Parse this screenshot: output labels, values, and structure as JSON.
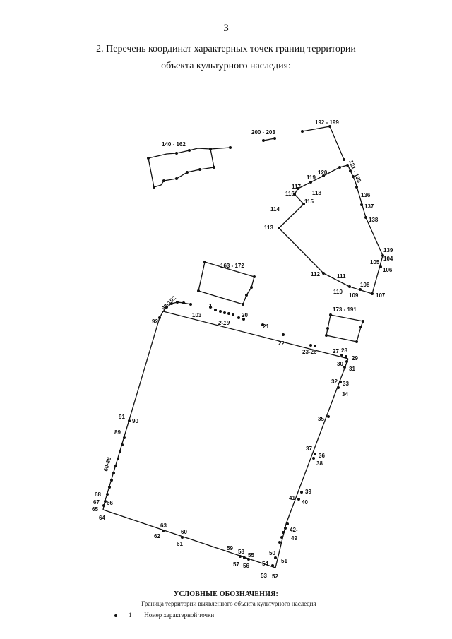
{
  "page_number": "3",
  "title_line1": "2. Перечень координат характерных точек границ территории",
  "title_line2": "объекта культурного наследия:",
  "scheme": {
    "point_labels": [
      "1",
      "2-19",
      "20",
      "21",
      "22",
      "23-26",
      "27",
      "28",
      "29",
      "30",
      "31",
      "32",
      "33",
      "34",
      "35",
      "36",
      "37",
      "38",
      "39",
      "40",
      "41",
      "42-",
      "49",
      "50",
      "51",
      "52",
      "53",
      "54",
      "55",
      "56",
      "57",
      "58",
      "59",
      "60",
      "61",
      "62",
      "63",
      "64",
      "65",
      "66",
      "67",
      "68",
      "69-88",
      "89",
      "90",
      "91",
      "92",
      "93-102",
      "103",
      "104",
      "105",
      "106",
      "107",
      "108",
      "109",
      "110",
      "111",
      "112",
      "113",
      "114",
      "115",
      "116",
      "117",
      "118",
      "119",
      "120",
      "121 - 135",
      "136",
      "137",
      "138",
      "139",
      "140 - 162",
      "163 - 172",
      "173 - 191",
      "192 - 199",
      "200 - 203"
    ]
  },
  "legend": {
    "title": "УСЛОВНЫЕ ОБОЗНАЧЕНИЯ:",
    "line_label": "Граница территории выявленного объекта культурного наследия",
    "point_symbol": "1",
    "point_label": "Номер характерной точки"
  }
}
